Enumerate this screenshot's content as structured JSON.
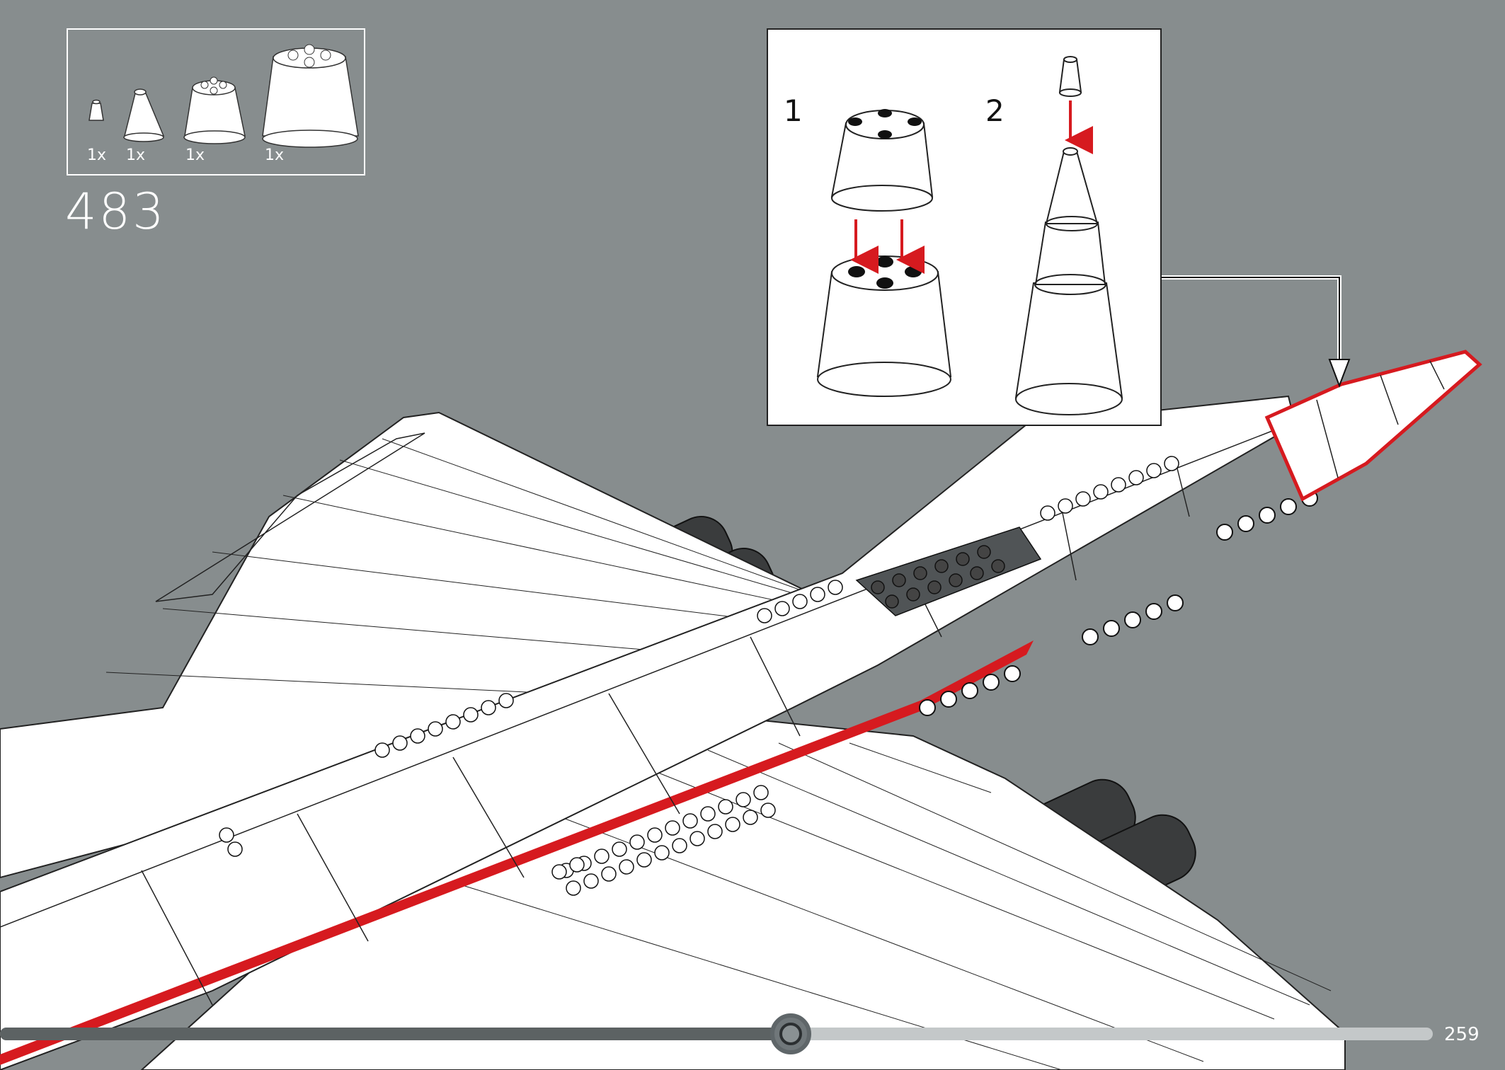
{
  "parts_list": {
    "items": [
      {
        "name": "small-cone",
        "qty": "1x"
      },
      {
        "name": "medium-cone",
        "qty": "1x"
      },
      {
        "name": "large-cone",
        "qty": "1x"
      },
      {
        "name": "xlarge-cone",
        "qty": "1x"
      }
    ]
  },
  "step": {
    "number": "483"
  },
  "sub_assembly": {
    "steps": [
      {
        "label": "1"
      },
      {
        "label": "2"
      }
    ]
  },
  "progress": {
    "fraction": 0.552
  },
  "page": {
    "number": "259"
  },
  "colors": {
    "background": "#878d8e",
    "accent_red": "#d61a1f",
    "brick_white": "#ffffff",
    "engine_dark": "#3a3c3d"
  }
}
